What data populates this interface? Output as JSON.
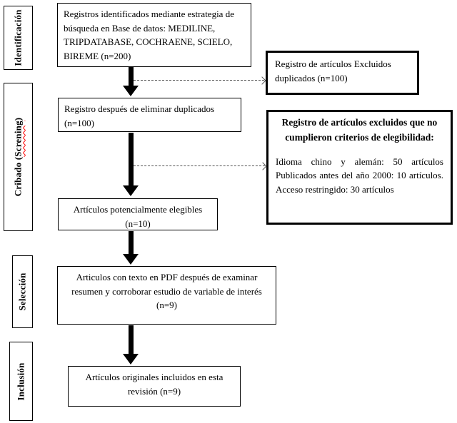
{
  "diagram_title": "PRISMA-style article selection flow diagram",
  "colors": {
    "line": "#000000",
    "background": "#ffffff",
    "spellcheck_underline": "#ff0000"
  },
  "stages": [
    {
      "id": "identificacion",
      "label": "Identificación"
    },
    {
      "id": "cribado",
      "label_prefix": "Cribado (",
      "misspelled_word": "Screning",
      "label_suffix": ")"
    },
    {
      "id": "seleccion",
      "label": "Selección"
    },
    {
      "id": "inclusion",
      "label": "Inclusión"
    }
  ],
  "flow_boxes": [
    {
      "id": "records-identified",
      "n": 200,
      "text": "Registros identificados mediante estrategia de búsqueda en Base de datos: MEDILINE, TRIPDATABASE, COCHRAENE, SCIELO, BIREME (n=200)"
    },
    {
      "id": "after-duplicates-removed",
      "n": 100,
      "text": "Registro después de eliminar duplicados (n=100)"
    },
    {
      "id": "potentially-eligible",
      "n": 10,
      "text": "Artículos potencialmente elegibles (n=10)"
    },
    {
      "id": "pdf-full-text",
      "n": 9,
      "text": "Articulos con texto en PDF después de examinar resumen y corroborar estudio de variable de interés (n=9)"
    },
    {
      "id": "included-in-review",
      "n": 9,
      "text": "Artículos originales incluidos en esta revisión (n=9)"
    }
  ],
  "exclusion_boxes": [
    {
      "id": "excluded-duplicates",
      "n": 100,
      "text": "Registro de artículos Excluidos duplicados (n=100)"
    },
    {
      "id": "excluded-eligibility",
      "title": "Registro de artículos excluidos que no cumplieron criterios de elegibilidad:",
      "body": "Idioma chino y alemán: 50 artículos Publicados antes del año 2000: 10 artículos. Acceso restringido: 30 artículos"
    }
  ]
}
